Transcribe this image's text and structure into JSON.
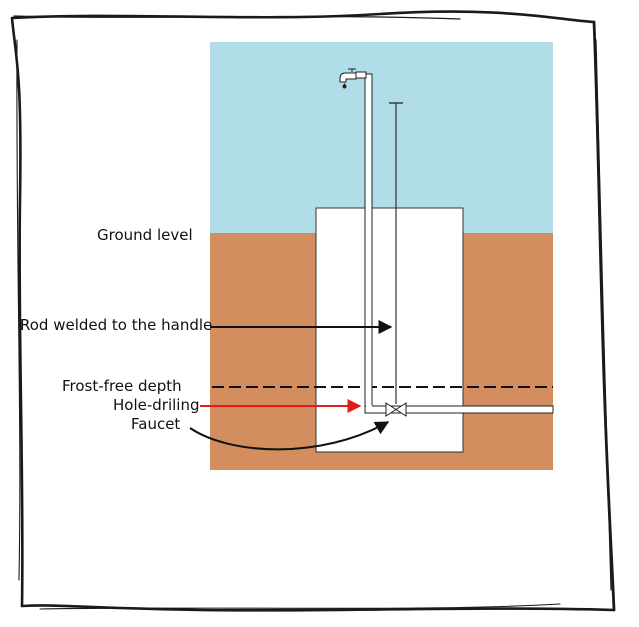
{
  "labels": {
    "ground_level": "Ground level",
    "rod": "Rod welded to the handle",
    "frost": "Frost-free depth",
    "hole": "Hole-driling",
    "faucet": "Faucet"
  },
  "icons": {
    "faucet": "faucet-icon",
    "valve": "valve-icon"
  },
  "colors": {
    "sky": "#b1dde9",
    "soil": "#d48d5f",
    "pit": "#ffffff",
    "red_arrow": "#e01e1e",
    "ink": "#111111"
  }
}
